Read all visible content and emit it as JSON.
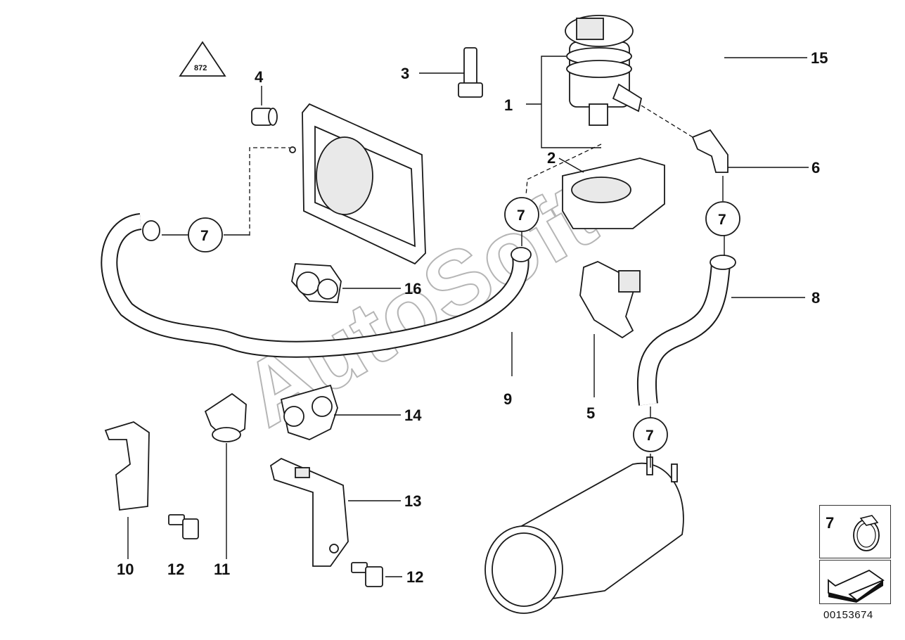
{
  "diagram": {
    "callouts": [
      "1",
      "2",
      "3",
      "4",
      "5",
      "6",
      "8",
      "9",
      "10",
      "11",
      "12",
      "12",
      "13",
      "14",
      "15",
      "16"
    ],
    "hose_clamp_ref": "7",
    "watermark": "AutoSoft",
    "warning_symbol_text": "872",
    "legend": {
      "number": "7"
    },
    "document_number": "00153674"
  }
}
